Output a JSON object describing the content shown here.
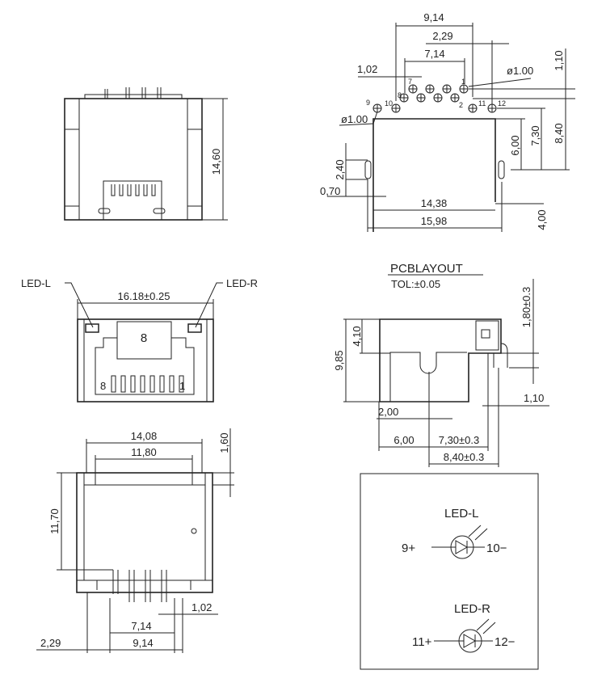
{
  "front_view": {
    "height_dim": "14,60"
  },
  "pcb_layout": {
    "title": "PCBLAYOUT",
    "tolerance": "TOL:±0.05",
    "dims": {
      "d914": "9,14",
      "d229": "2,29",
      "d714": "7,14",
      "d102": "1,02",
      "hole_dia_1": "ø1.00",
      "hole_dia_2": "ø1.00",
      "d110": "1,10",
      "d840": "8,40",
      "d730": "7,30",
      "d600": "6,00",
      "d240": "2,40",
      "d070": "0,70",
      "d1438": "14,38",
      "d1598": "15,98",
      "d400": "4,00"
    },
    "pin_numbers": {
      "p1": "1",
      "p2": "2",
      "p7": "7",
      "p8": "8",
      "p9": "9",
      "p10": "10",
      "p11": "11",
      "p12": "12"
    }
  },
  "port_view": {
    "led_left": "LED-L",
    "led_right": "LED-R",
    "width_dim": "16.18±0.25",
    "top_pin": "8",
    "pin_left": "8",
    "pin_right": "1"
  },
  "side_view": {
    "d985": "9,85",
    "d410": "4,10",
    "d180": "1,80±0.3",
    "d110": "1,10",
    "d200": "2,00",
    "d600": "6,00",
    "d730": "7,30±0.3",
    "d840": "8,40±0.3"
  },
  "bottom_view": {
    "d1408": "14,08",
    "d1180": "11,80",
    "d160": "1,60",
    "d1170": "11,70",
    "d102": "1,02",
    "d714": "7,14",
    "d914": "9,14",
    "d229": "2,29"
  },
  "schematic": {
    "led_l": "LED-L",
    "led_l_plus": "9+",
    "led_l_minus": "10−",
    "led_r": "LED-R",
    "led_r_plus": "11+",
    "led_r_minus": "12−"
  }
}
